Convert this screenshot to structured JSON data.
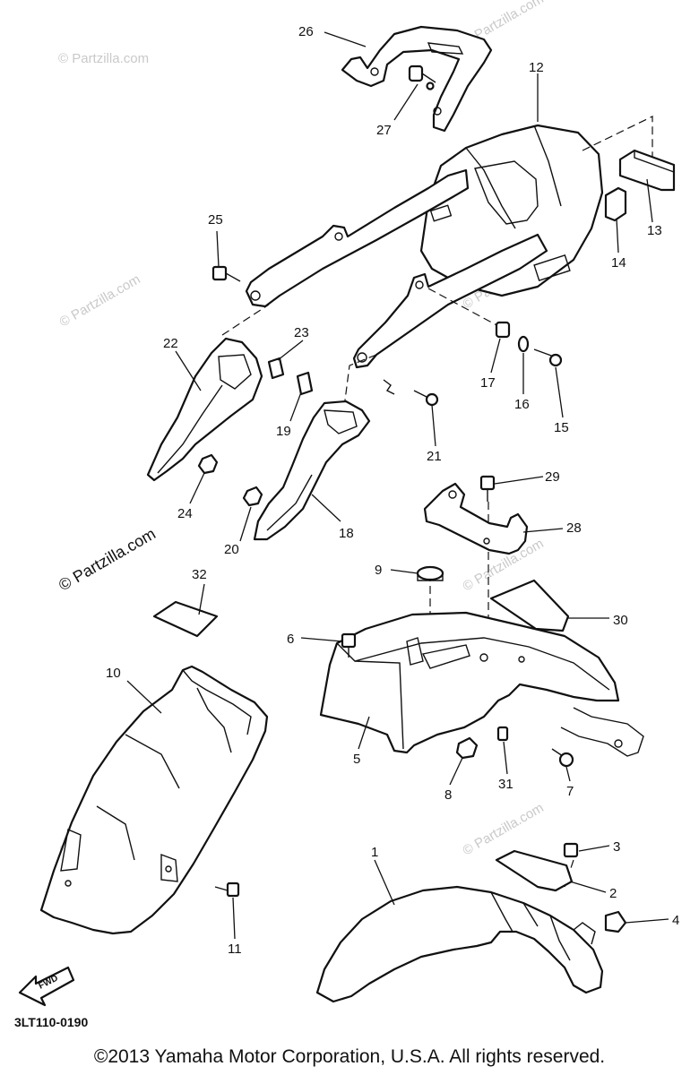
{
  "watermark_text": "© Partzilla.com",
  "callouts": {
    "c1": "1",
    "c2": "2",
    "c3": "3",
    "c4": "4",
    "c5": "5",
    "c6": "6",
    "c7": "7",
    "c8": "8",
    "c9": "9",
    "c10": "10",
    "c11": "11",
    "c12": "12",
    "c13": "13",
    "c14": "14",
    "c15": "15",
    "c16": "16",
    "c17": "17",
    "c18": "18",
    "c19": "19",
    "c20": "20",
    "c21": "21",
    "c22": "22",
    "c23": "23",
    "c24": "24",
    "c25": "25",
    "c26": "26",
    "c27": "27",
    "c28": "28",
    "c29": "29",
    "c30": "30",
    "c31": "31",
    "c32": "32"
  },
  "fwd_label": "FWD",
  "diagram_code": "3LT110-0190",
  "copyright": "©2013 Yamaha Motor Corporation, U.S.A. All rights reserved."
}
